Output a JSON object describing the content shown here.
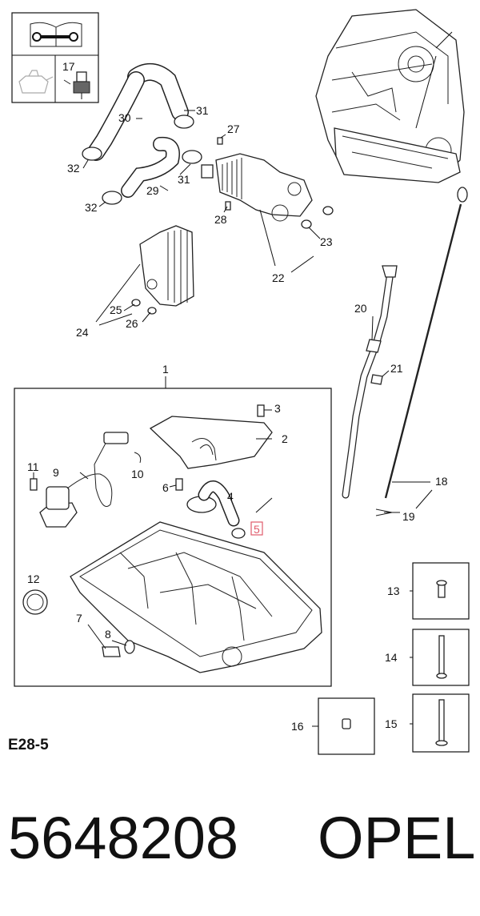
{
  "page": {
    "section_code": "E28-5",
    "part_number": "5648208",
    "brand": "OPEL"
  },
  "highlight_color": "#e05a6a",
  "legend_box": {
    "label": "17"
  },
  "callouts": {
    "c1": "1",
    "c2": "2",
    "c3": "3",
    "c4": "4",
    "c5": "5",
    "c6": "6",
    "c7": "7",
    "c8": "8",
    "c9": "9",
    "c10": "10",
    "c11": "11",
    "c12": "12",
    "c13": "13",
    "c14": "14",
    "c15": "15",
    "c16": "16",
    "c18": "18",
    "c19": "19",
    "c20": "20",
    "c21": "21",
    "c22": "22",
    "c23": "23",
    "c24": "24",
    "c25": "25",
    "c26": "26",
    "c27": "27",
    "c28": "28",
    "c29": "29",
    "c30": "30",
    "c31a": "31",
    "c31b": "31",
    "c32a": "32",
    "c32b": "32"
  },
  "icons": [
    "service-manual-icon",
    "oil-can-icon",
    "oil-sensor-icon",
    "engine-illustration"
  ]
}
